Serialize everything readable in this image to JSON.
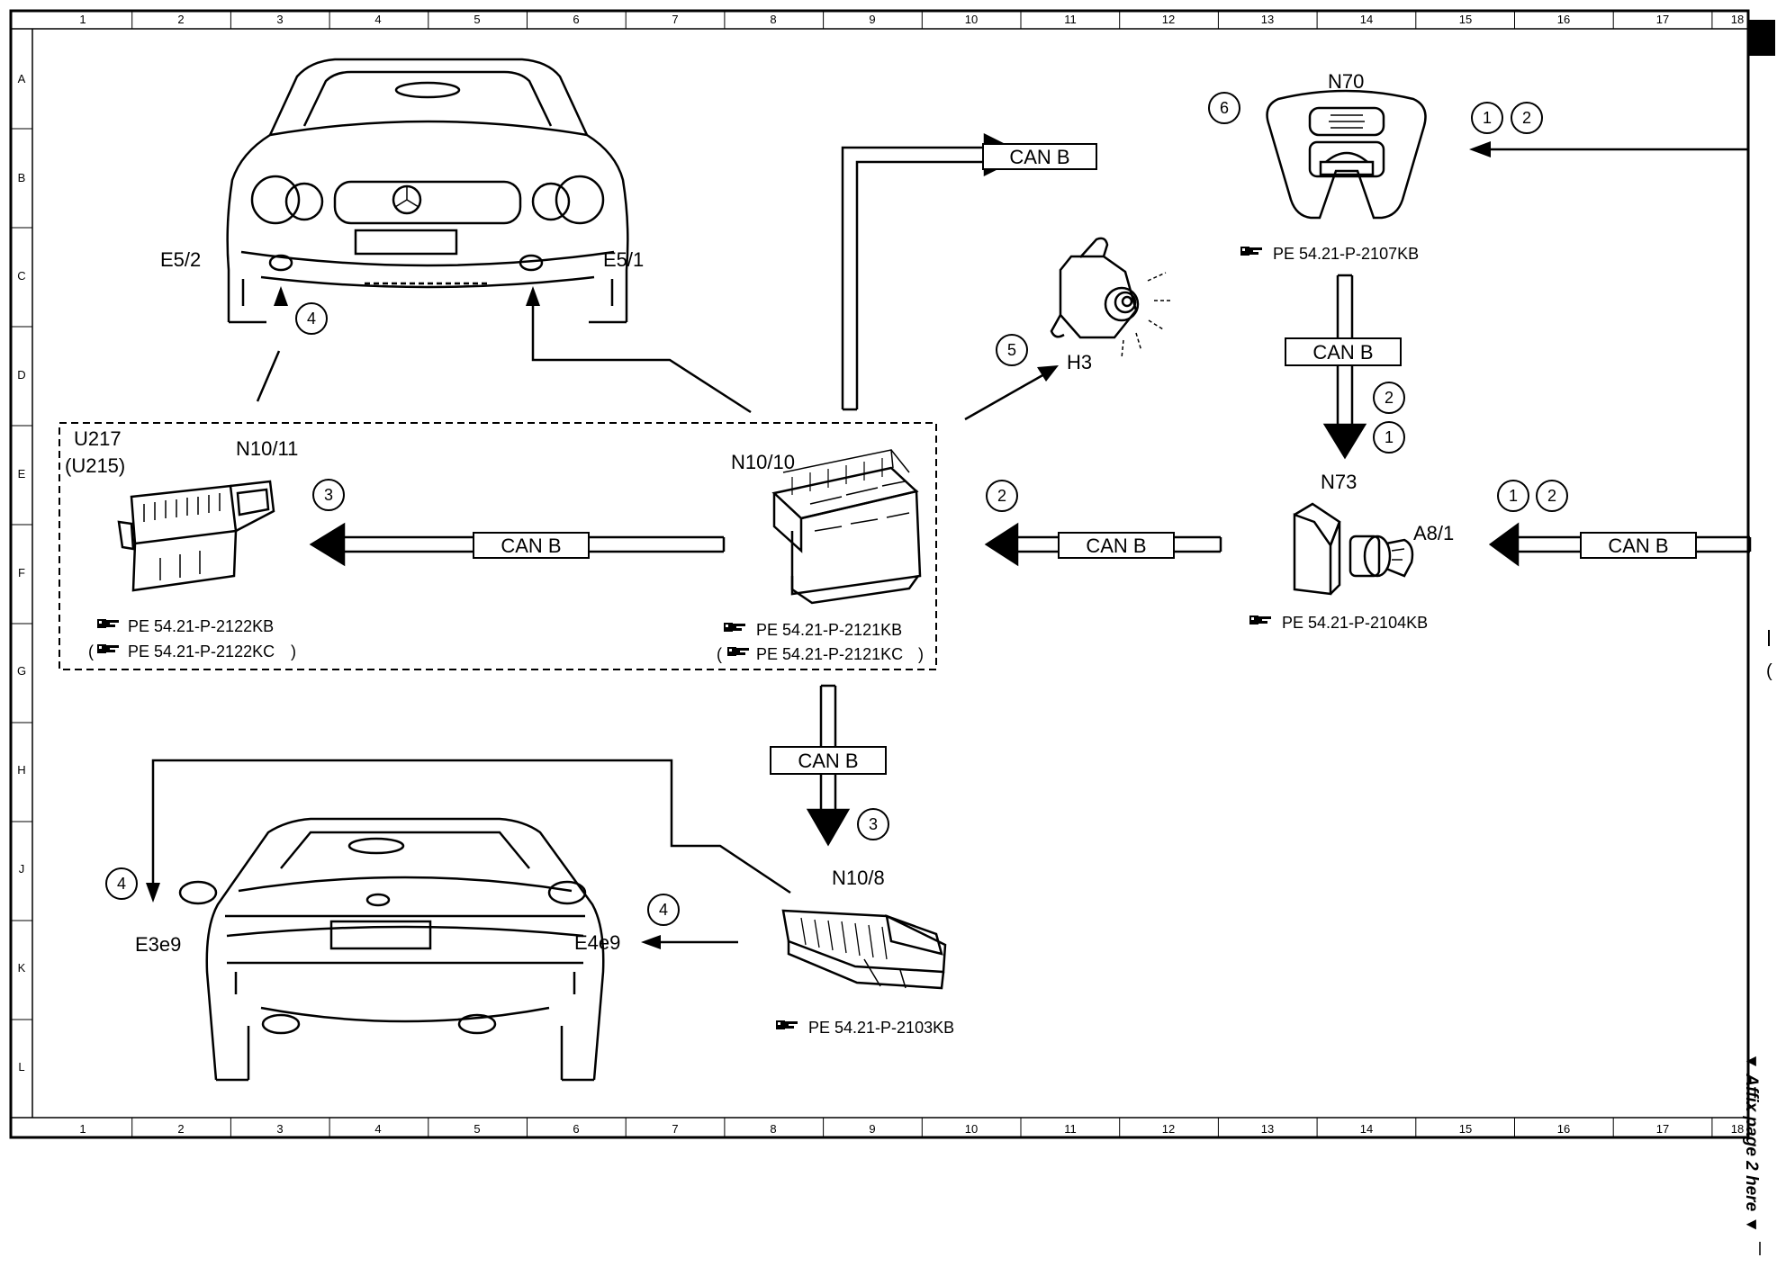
{
  "grid": {
    "columns": [
      "1",
      "2",
      "3",
      "4",
      "5",
      "6",
      "7",
      "8",
      "9",
      "10",
      "11",
      "12",
      "13",
      "14",
      "15",
      "16",
      "17",
      "18"
    ],
    "rows": [
      "A",
      "B",
      "C",
      "D",
      "E",
      "F",
      "G",
      "H",
      "J",
      "K",
      "L"
    ]
  },
  "labels": {
    "E5_2": "E5/2",
    "E5_1": "E5/1",
    "N70": "N70",
    "H3": "H3",
    "U217": "U217",
    "U215": "(U215)",
    "N10_11": "N10/11",
    "N10_10": "N10/10",
    "N73": "N73",
    "A8_1": "A8/1",
    "N10_8": "N10/8",
    "E3e9": "E3e9",
    "E4e9": "E4e9"
  },
  "refs": {
    "n70": "PE 54.21-P-2107KB",
    "n10_11": "PE 54.21-P-2122KB",
    "n10_11_alt": "PE 54.21-P-2122KC",
    "n10_10": "PE 54.21-P-2121KB",
    "n10_10_alt": "PE 54.21-P-2121KC",
    "n73": "PE 54.21-P-2104KB",
    "n10_8": "PE 54.21-P-2103KB"
  },
  "can_label": "CAN B",
  "step_numbers": {
    "s1": "1",
    "s2": "2",
    "s3": "3",
    "s4": "4",
    "s5": "5",
    "s6": "6"
  },
  "aside_note": "▼ Affix page 2 here ▼"
}
